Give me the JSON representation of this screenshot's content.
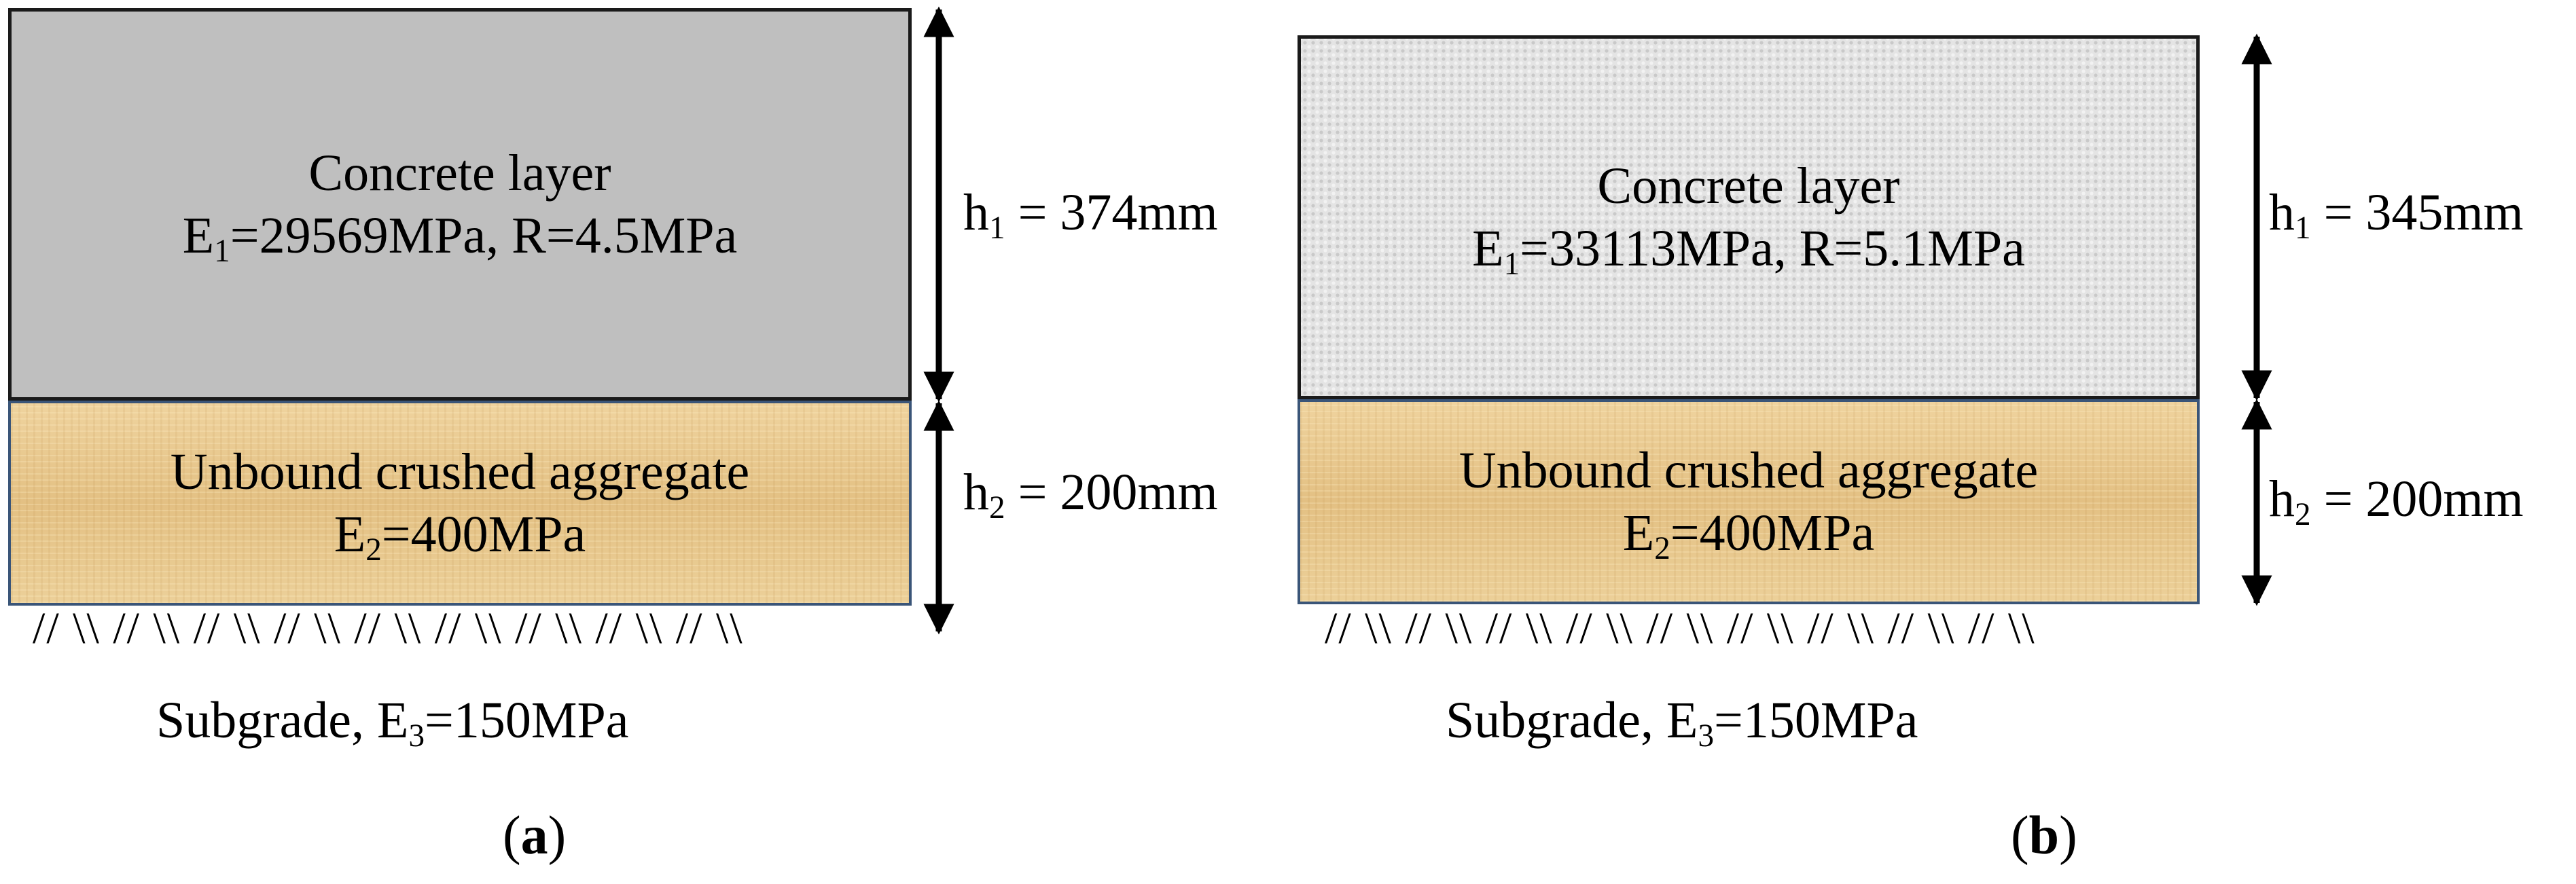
{
  "panels": {
    "a": {
      "concrete_name": "Concrete layer",
      "concrete_e_label": "E",
      "concrete_e_sub": "1",
      "concrete_e_rest": "=29569MPa, R=4.5MPa",
      "aggregate_name": "Unbound crushed aggregate",
      "aggregate_e_label": "E",
      "aggregate_e_sub": "2",
      "aggregate_e_rest": "=400MPa",
      "h1_label": "h",
      "h1_sub": "1",
      "h1_value": " = 374mm",
      "h2_label": "h",
      "h2_sub": "2",
      "h2_value": " = 200mm",
      "hatch": "// \\\\ // \\\\ // \\\\ // \\\\ // \\\\ // \\\\ // \\\\ // \\\\ // \\\\",
      "subgrade_prefix": "Subgrade, E",
      "subgrade_sub": "3",
      "subgrade_rest": "=150MPa",
      "caption_open": "(",
      "caption_letter": "a",
      "caption_close": ")"
    },
    "b": {
      "concrete_name": "Concrete layer",
      "concrete_e_label": "E",
      "concrete_e_sub": "1",
      "concrete_e_rest": "=33113MPa, R=5.1MPa",
      "aggregate_name": "Unbound crushed aggregate",
      "aggregate_e_label": "E",
      "aggregate_e_sub": "2",
      "aggregate_e_rest": "=400MPa",
      "h1_label": "h",
      "h1_sub": "1",
      "h1_value": " = 345mm",
      "h2_label": "h",
      "h2_sub": "2",
      "h2_value": " = 200mm",
      "hatch": "// \\\\ // \\\\ // \\\\ // \\\\ // \\\\ // \\\\ // \\\\ // \\\\ // \\\\",
      "subgrade_prefix": "Subgrade, E",
      "subgrade_sub": "3",
      "subgrade_rest": "=150MPa",
      "caption_open": "(",
      "caption_letter": "b",
      "caption_close": ")"
    }
  },
  "colors": {
    "concrete_a": "#bfbfbf",
    "concrete_b": "#e4e4e4",
    "aggregate": "#e8c98e",
    "aggregate_border": "#3a5578",
    "arrow": "#000000"
  }
}
